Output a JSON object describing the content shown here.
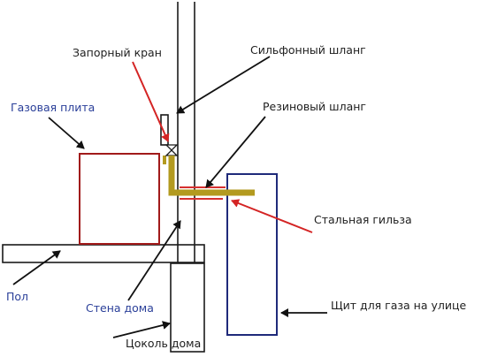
{
  "labels": {
    "stove": "Газовая плита",
    "shutoff_valve": "Запорный кран",
    "bellows_hose": "Сильфонный шланг",
    "rubber_hose": "Резиновый шланг",
    "steel_sleeve": "Стальная гильза",
    "floor": "Пол",
    "house_wall": "Стена дома",
    "house_plinth": "Цоколь дома",
    "gas_cabinet": "Щит для газа на улице"
  },
  "colors": {
    "outline": "#1a1a1a",
    "stove": "#a11a1a",
    "cabinet": "#1f2a7a",
    "pipe": "#b39a1f",
    "rubber_hose": "#d63030",
    "arrow_red": "#d42424",
    "label_blue": "#2a3f99",
    "label_dark": "#1e1e1e"
  }
}
